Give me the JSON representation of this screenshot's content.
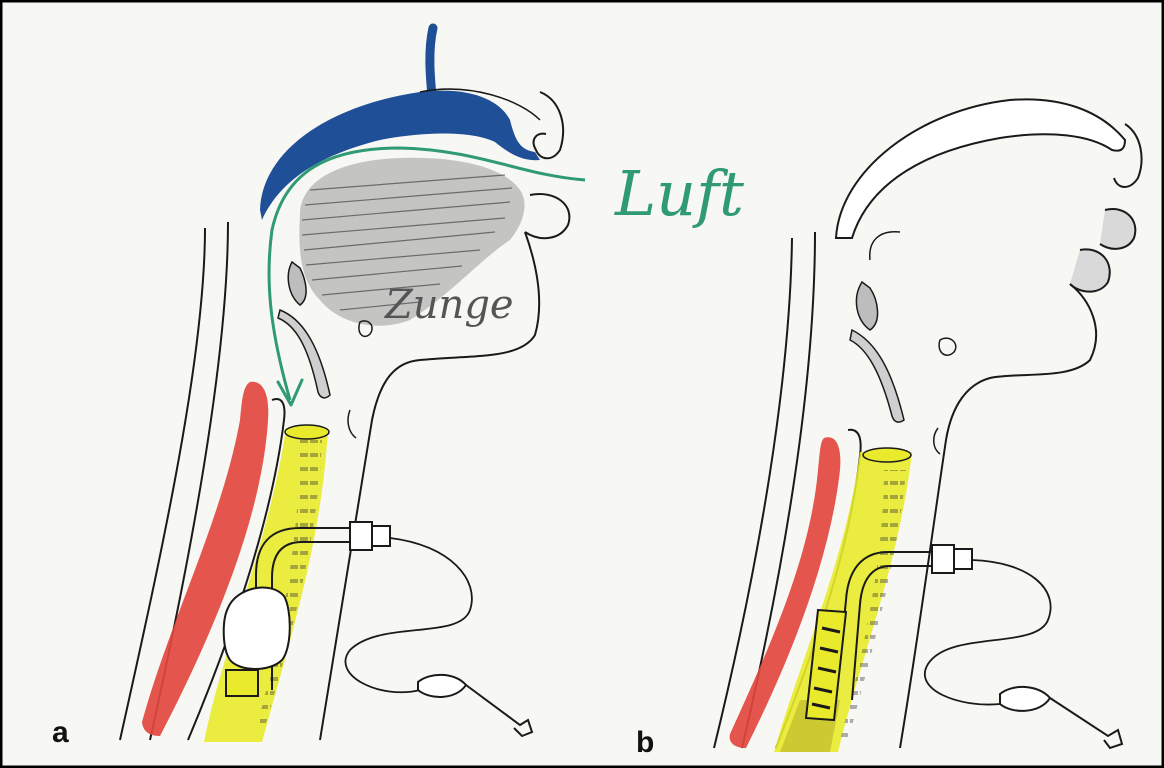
{
  "figure": {
    "panel_a_label": "a",
    "panel_b_label": "b",
    "label_air": "Luft",
    "label_tongue": "Zunge"
  },
  "colors": {
    "frame": "#000000",
    "paper": "#f7f7f4",
    "outline": "#1a1a1a",
    "soft_palate_blue": "#1f4f96",
    "airflow_green": "#2f9a73",
    "esophagus_red": "#e2473e",
    "trachea_yellow": "#e9ea2c",
    "tongue_gray": "#6d6d6d"
  },
  "icons": {
    "airflow_arrow": "arrow-down-curved-icon",
    "cuff_balloon": "pilot-balloon-icon"
  }
}
